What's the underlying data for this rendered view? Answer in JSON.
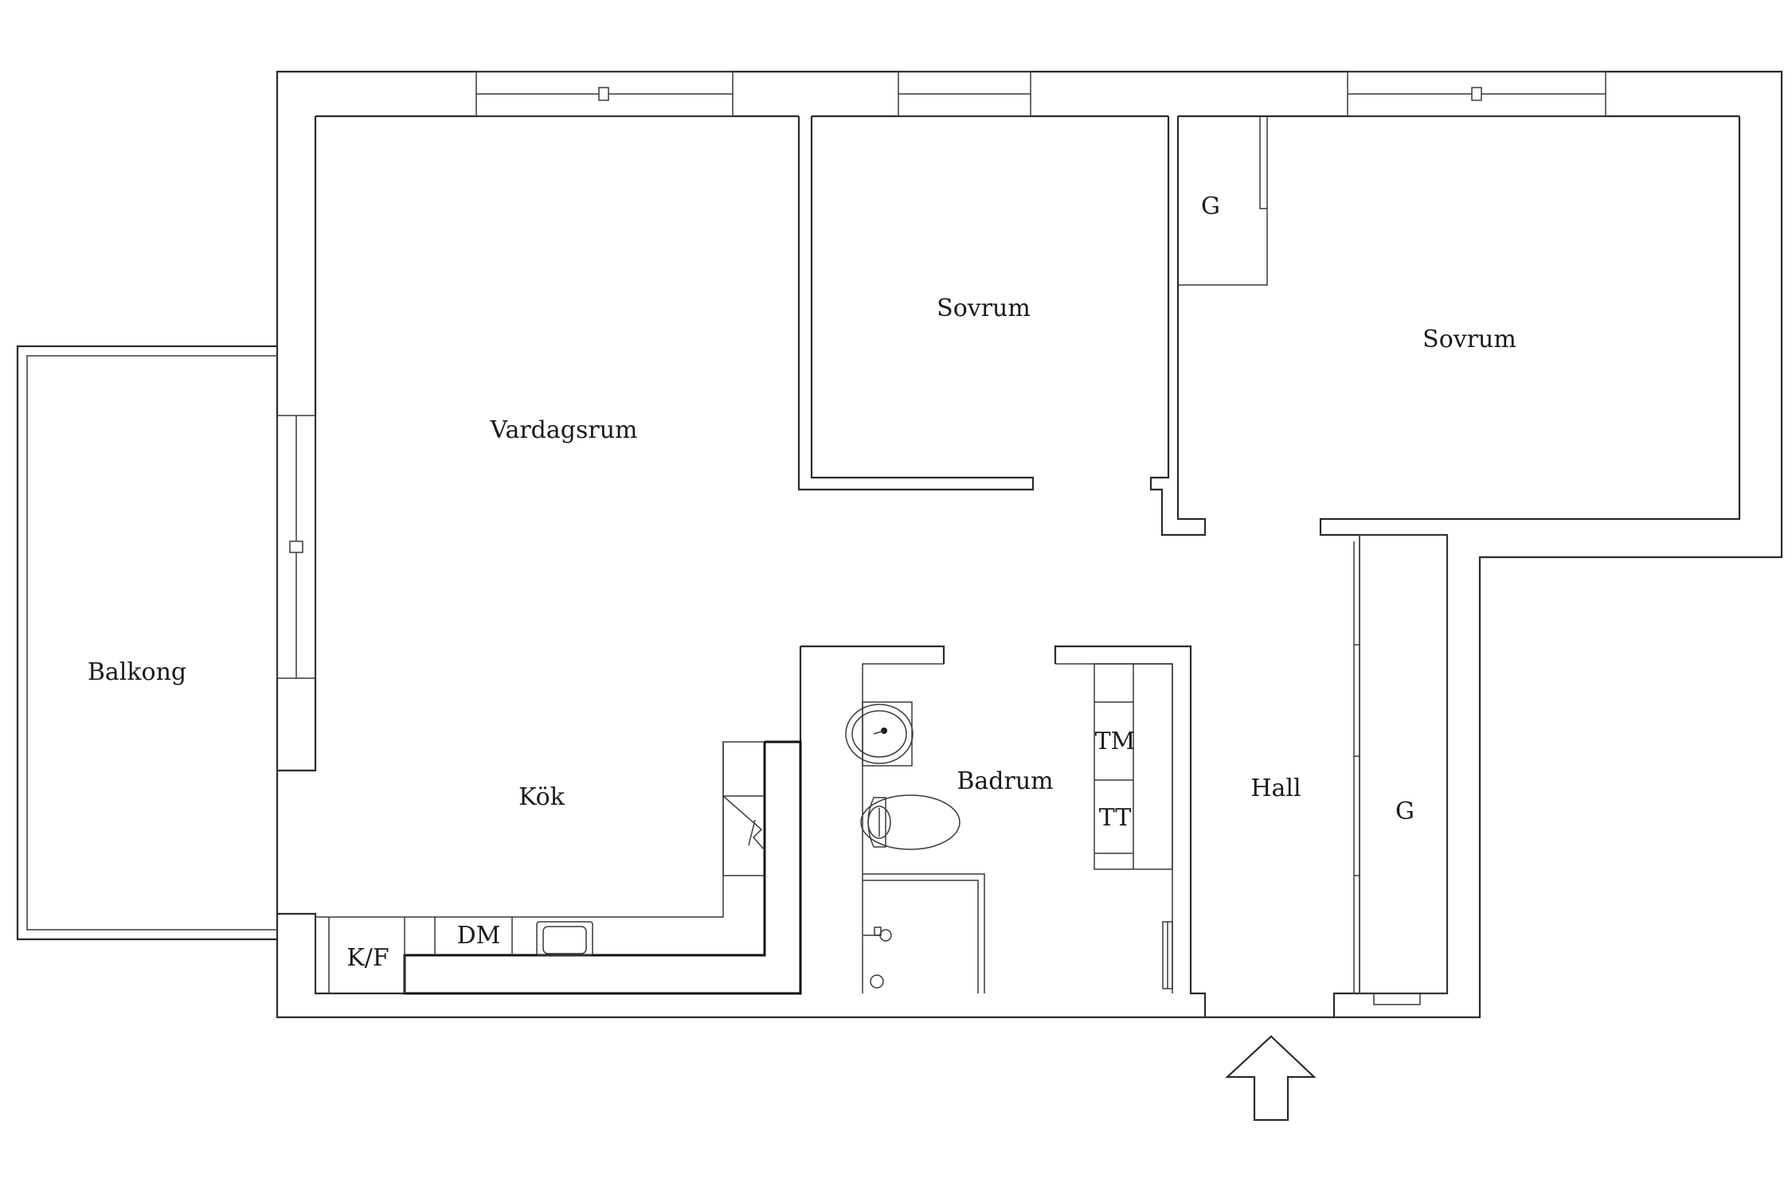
{
  "rooms": {
    "balcony": "Balkong",
    "living": "Vardagsrum",
    "kitchen": "Kök",
    "bedroom1": "Sovrum",
    "bedroom2": "Sovrum",
    "bathroom": "Badrum",
    "hall": "Hall"
  },
  "fixtures": {
    "wardrobe_bedroom2": "G",
    "wardrobe_hall": "G",
    "fridge_freezer": "K/F",
    "dishwasher": "DM",
    "washing_machine": "TM",
    "dryer": "TT"
  },
  "icons": {
    "entrance": "entrance-arrow-icon"
  }
}
